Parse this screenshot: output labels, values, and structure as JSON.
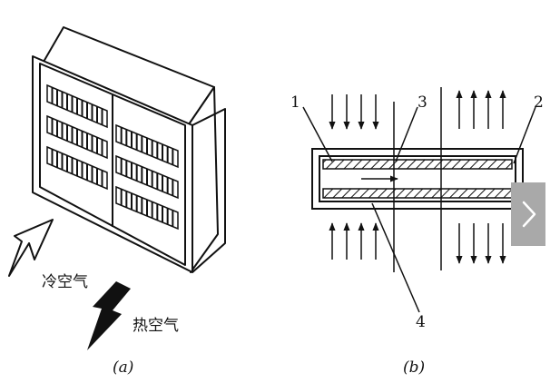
{
  "figure_a": {
    "caption": "(a)",
    "cold_air_label": "冷空气",
    "hot_air_label": "热空气"
  },
  "figure_b": {
    "caption": "(b)",
    "callouts": [
      "1",
      "2",
      "3",
      "4"
    ]
  },
  "nav": {
    "next_icon": "chevron-right-icon"
  },
  "colors": {
    "line": "#111111",
    "nav_bg": "#a9a9a9",
    "nav_icon": "#ffffff"
  }
}
